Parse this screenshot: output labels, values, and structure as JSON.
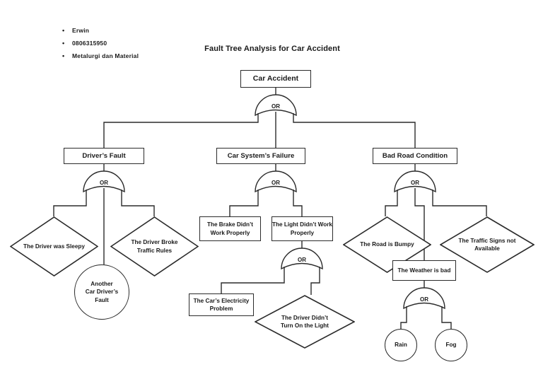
{
  "header": {
    "bullets": [
      "Erwin",
      "0806315950",
      "Metalurgi dan Material"
    ],
    "title": "Fault Tree Analysis for Car Accident",
    "bullet_glyph": "•"
  },
  "colors": {
    "stroke": "#2b2b2b",
    "background": "#ffffff",
    "text": "#1a1a1a"
  },
  "gates": {
    "top": "OR",
    "drivers_fault": "OR",
    "car_system": "OR",
    "bad_road": "OR",
    "light_failure": "OR",
    "weather": "OR"
  },
  "nodes": {
    "top_event": "Car Accident",
    "level2": {
      "drivers_fault": "Driver’s Fault",
      "car_system_failure": "Car System’s Failure",
      "bad_road_condition": "Bad Road Condition"
    },
    "drivers_fault_children": {
      "sleepy": "The Driver was Sleepy",
      "another_driver": "Another Car Driver’s Fault",
      "broke_rules": "The Driver Broke Traffic Rules"
    },
    "car_system_children": {
      "brake": "The Brake Didn’t Work Properly",
      "light": "The Light Didn’t Work Properly"
    },
    "light_children": {
      "electricity": "The Car’s Electricity Problem",
      "not_turned_on": "The Driver Didn’t Turn On the Light"
    },
    "bad_road_children": {
      "bumpy": "The Road is Bumpy",
      "weather": "The Weather is bad",
      "signs": "The Traffic Signs not Available"
    },
    "weather_children": {
      "rain": "Rain",
      "fog": "Fog"
    }
  }
}
